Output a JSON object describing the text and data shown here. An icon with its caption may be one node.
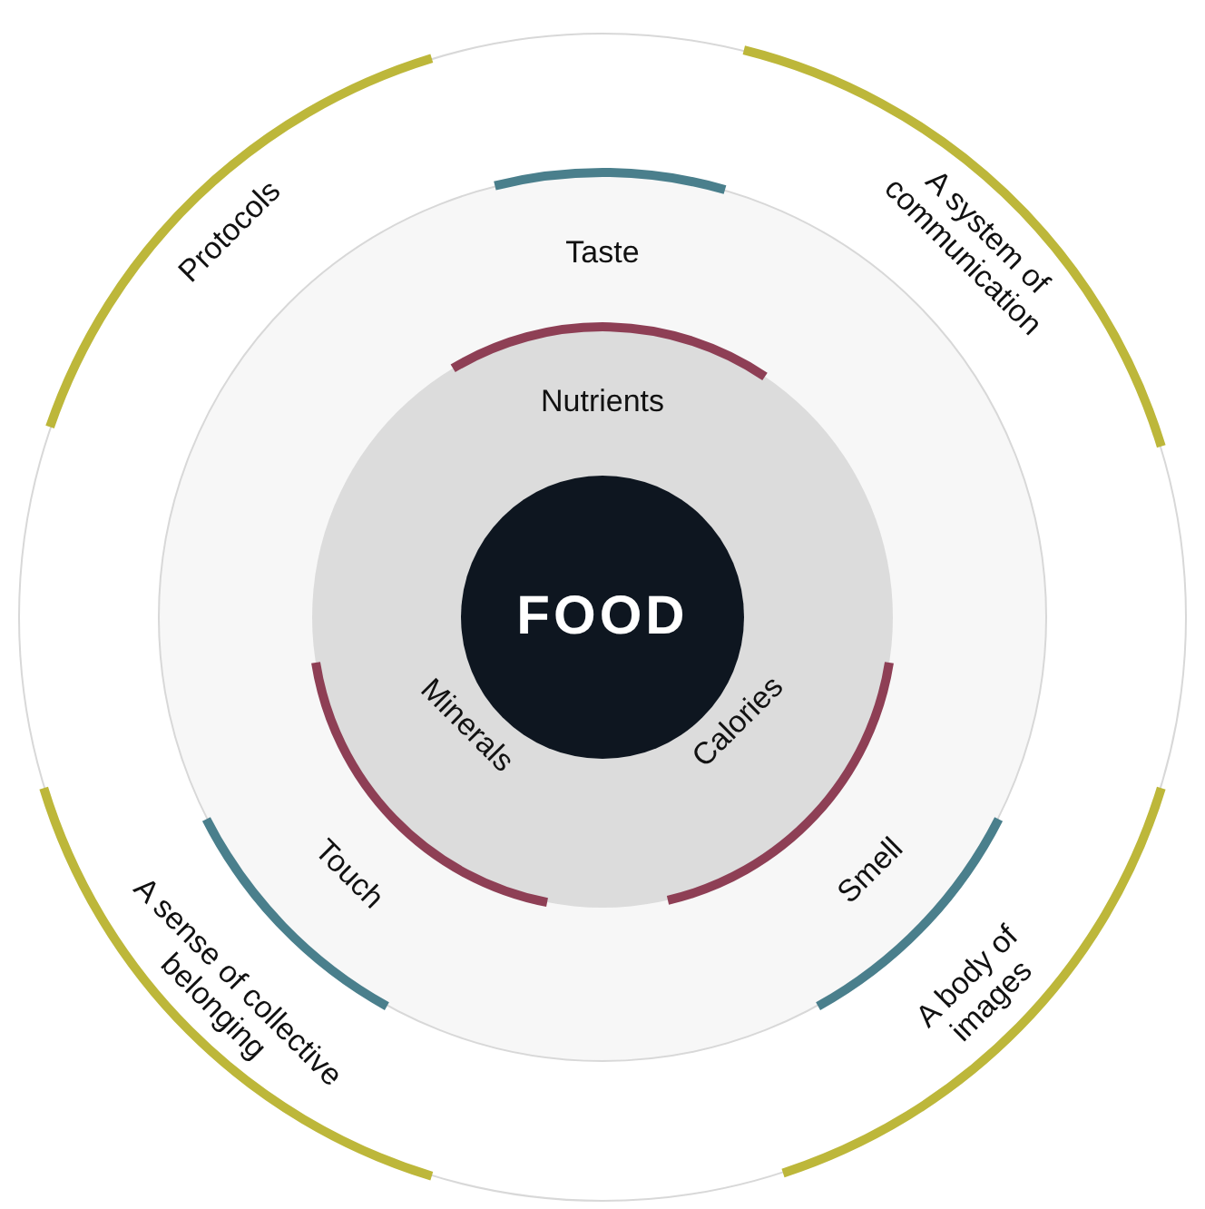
{
  "diagram": {
    "nodes": [
      {
        "text": [],
        "shape": "circle"
      },
      {
        "text": [],
        "shape": "circle",
        "in": 0
      },
      {
        "text": [],
        "shape": "circle",
        "in": 1
      },
      {
        "text": [
          "FOOD"
        ],
        "in": 2
      }
    ],
    "labels": [
      "Protocols",
      "A system of communication",
      "Taste",
      "Nutrients",
      "Minerals",
      "Calories",
      "Touch",
      "Smell",
      "A sense of collective belonging",
      "A body of images"
    ]
  }
}
